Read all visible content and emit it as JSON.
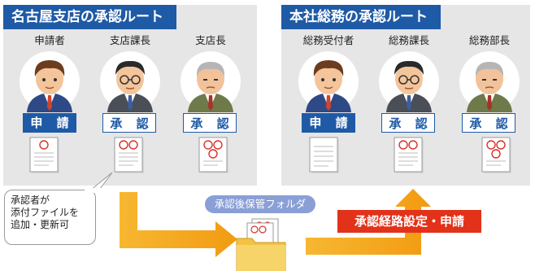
{
  "left_panel": {
    "title": "名古屋支店の承認ルート",
    "people": [
      {
        "role": "申請者",
        "action": "申 請"
      },
      {
        "role": "支店課長",
        "action": "承 認"
      },
      {
        "role": "支店長",
        "action": "承 認"
      }
    ]
  },
  "right_panel": {
    "title": "本社総務の承認ルート",
    "people": [
      {
        "role": "総務受付者",
        "action": "申 請"
      },
      {
        "role": "総務課長",
        "action": "承 認"
      },
      {
        "role": "総務部長",
        "action": "承 認"
      }
    ]
  },
  "callout": {
    "lines": [
      "承認者が",
      "添付ファイルを",
      "追加・更新可"
    ]
  },
  "folder": {
    "label": "承認後保管フォルダ"
  },
  "route_badge": {
    "label": "承認経路設定・申請"
  },
  "colors": {
    "accent_blue": "#1f5aa6",
    "arrow_orange": "#f5a81c",
    "badge_red": "#e23219",
    "stamp_red": "#d9302a",
    "panel_gray": "#e6e6e6"
  }
}
